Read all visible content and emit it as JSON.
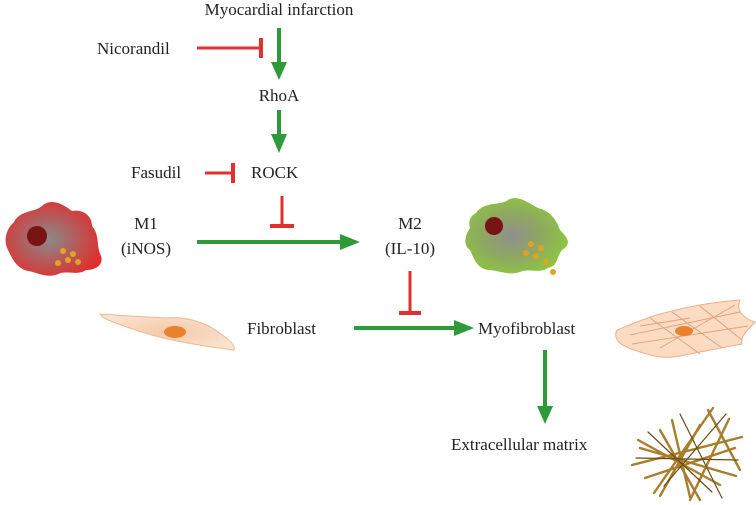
{
  "colors": {
    "activation": "#2e9a3a",
    "inhibition": "#e03030",
    "text": "#222222"
  },
  "nodes": {
    "myocardial_infarction": "Myocardial infarction",
    "nicorandil": "Nicorandil",
    "rhoa": "RhoA",
    "fasudil": "Fasudil",
    "rock": "ROCK",
    "m1": "M1",
    "m1_marker": "(iNOS)",
    "m2": "M2",
    "m2_marker": "(IL-10)",
    "fibroblast": "Fibroblast",
    "myofibroblast": "Myofibroblast",
    "extracellular_matrix": "Extracellular matrix"
  },
  "icons": {
    "m1": "m1-macrophage-icon",
    "m2": "m2-macrophage-icon",
    "fibroblast": "fibroblast-cell-icon",
    "myofibroblast": "myofibroblast-cell-icon",
    "ecm": "collagen-fiber-icon"
  },
  "edges": [
    {
      "from": "myocardial_infarction",
      "to": "rhoa",
      "type": "activation"
    },
    {
      "from": "nicorandil",
      "to": "myocardial_infarction-rhoa",
      "type": "inhibition"
    },
    {
      "from": "rhoa",
      "to": "rock",
      "type": "activation"
    },
    {
      "from": "fasudil",
      "to": "rock",
      "type": "inhibition"
    },
    {
      "from": "rock",
      "to": "m1-m2",
      "type": "inhibition"
    },
    {
      "from": "m1",
      "to": "m2",
      "type": "activation"
    },
    {
      "from": "m2",
      "to": "fibroblast-myofibroblast",
      "type": "inhibition"
    },
    {
      "from": "fibroblast",
      "to": "myofibroblast",
      "type": "activation"
    },
    {
      "from": "myofibroblast",
      "to": "extracellular_matrix",
      "type": "activation"
    }
  ]
}
